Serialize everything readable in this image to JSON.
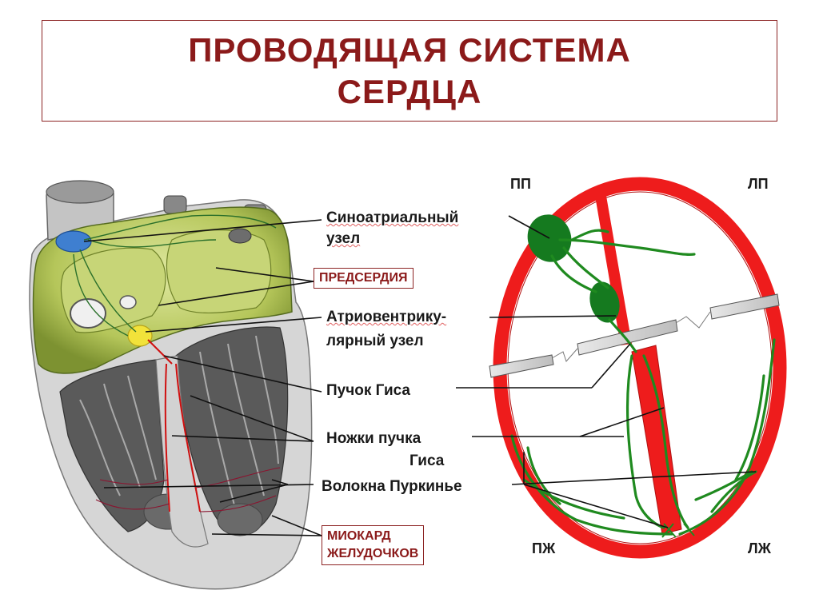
{
  "title": {
    "line1": "ПРОВОДЯЩАЯ СИСТЕМА",
    "line2": "СЕРДЦА"
  },
  "labels": {
    "sa_node_line1": "Синоатриальный",
    "sa_node_line2": "узел",
    "atria": "ПРЕДСЕРДИЯ",
    "av_node_line1": "Атриовентрику-",
    "av_node_line2": "лярный узел",
    "his_bundle": "Пучок Гиса",
    "bundle_branches_line1": "Ножки пучка",
    "bundle_branches_line2": "Гиса",
    "purkinje": "Волокна Пуркинье",
    "myocardium_line1": "МИОКАРД",
    "myocardium_line2": "ЖЕЛУДОЧКОВ"
  },
  "chambers": {
    "right_atrium": "ПП",
    "left_atrium": "ЛП",
    "right_ventricle": "ПЖ",
    "left_ventricle": "ЛЖ"
  },
  "colors": {
    "title": "#8b1a1a",
    "myocardium_red": "#ee1c1c",
    "conduction_green": "#1f8a1f",
    "node_green": "#157a1f",
    "atrium_tissue": "#b5c65a",
    "septum_plate": "#c8c8c8"
  }
}
